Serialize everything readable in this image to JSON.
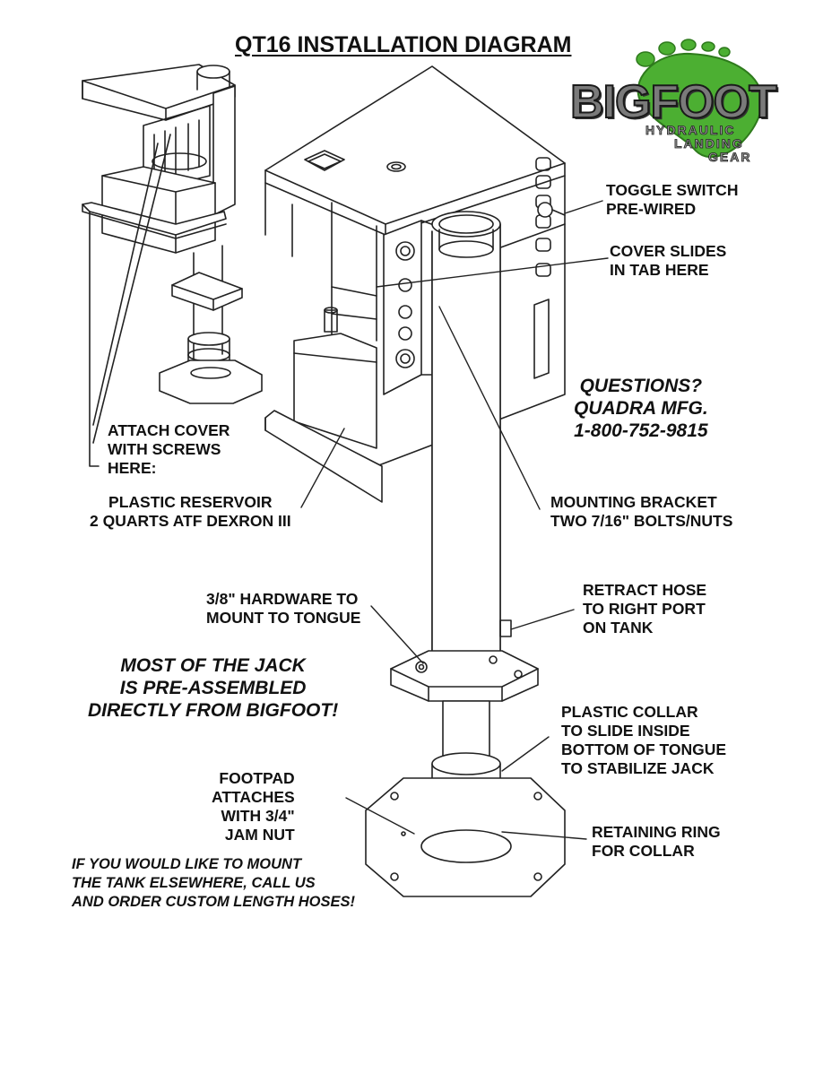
{
  "title": "QT16 INSTALLATION DIAGRAM",
  "logo": {
    "word": "BIGFOOT",
    "line1": "HYDRAULIC",
    "line2": "LANDING",
    "line3": "GEAR",
    "accent_color": "#4caf32"
  },
  "callouts": {
    "toggle_switch": "TOGGLE SWITCH\nPRE-WIRED",
    "cover_slides": "COVER SLIDES\nIN TAB HERE",
    "questions": "QUESTIONS?\nQUADRA MFG.\n1-800-752-9815",
    "attach_cover": "ATTACH COVER\nWITH SCREWS\nHERE:",
    "plastic_reservoir": "PLASTIC RESERVOIR\n2 QUARTS ATF DEXRON III",
    "mounting_bracket": "MOUNTING BRACKET\nTWO 7/16\" BOLTS/NUTS",
    "hardware": "3/8\" HARDWARE TO\nMOUNT TO TONGUE",
    "retract_hose": "RETRACT HOSE\nTO RIGHT PORT\nON TANK",
    "pre_assembled": "MOST OF THE JACK\nIS PRE-ASSEMBLED\nDIRECTLY FROM BIGFOOT!",
    "plastic_collar": "PLASTIC COLLAR\nTO SLIDE INSIDE\nBOTTOM OF TONGUE\nTO STABILIZE JACK",
    "footpad": "FOOTPAD\nATTACHES\nWITH 3/4\"\nJAM NUT",
    "retaining_ring": "RETAINING RING\nFOR COLLAR",
    "custom_hoses": "IF YOU WOULD LIKE TO MOUNT\nTHE TANK ELSEWHERE, CALL US\nAND ORDER CUSTOM LENGTH HOSES!"
  }
}
